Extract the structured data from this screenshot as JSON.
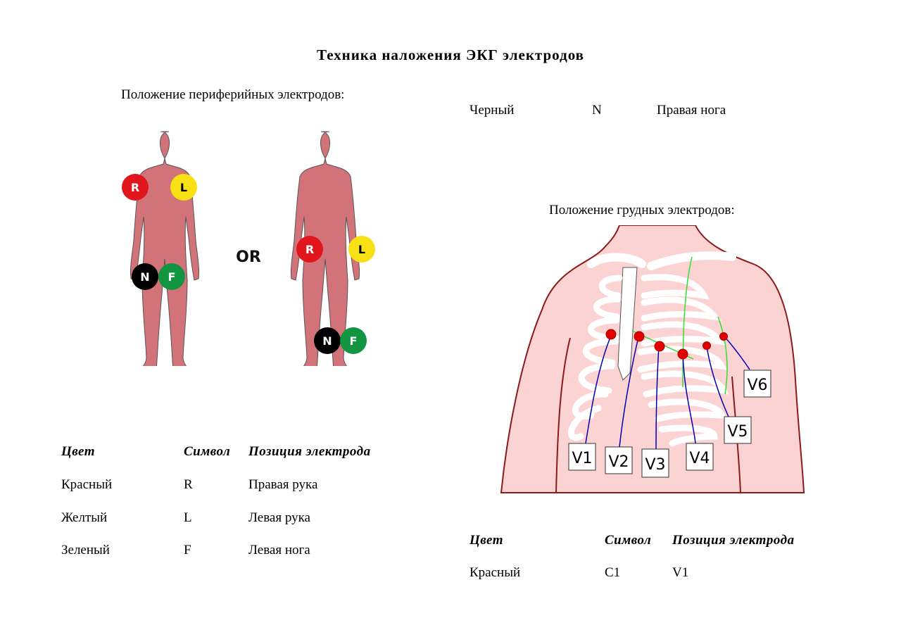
{
  "title": "Техника наложения ЭКГ электродов",
  "peripheral": {
    "heading": "Положение периферийных электродов:",
    "figure": {
      "or_label": "OR",
      "electrodes": [
        "R",
        "L",
        "N",
        "F"
      ],
      "colors": {
        "R": "#e0161c",
        "L": "#f7e014",
        "N": "#000000",
        "F": "#129540",
        "body": "#d2737a"
      }
    },
    "table": {
      "headers": [
        "Цвет",
        "Символ",
        "Позиция электрода"
      ],
      "rows": [
        [
          "Красный",
          "R",
          "Правая рука"
        ],
        [
          "Желтый",
          "L",
          "Левая рука"
        ],
        [
          "Зеленый",
          "F",
          "Левая нога"
        ]
      ]
    },
    "extra_row": [
      "Черный",
      "N",
      "Правая нога"
    ]
  },
  "chest": {
    "heading": "Положение грудных электродов:",
    "figure": {
      "labels": [
        "V1",
        "V2",
        "V3",
        "V4",
        "V5",
        "V6"
      ],
      "colors": {
        "skin": "#fcd3d3",
        "outline": "#8b1a1a",
        "electrode": "#e00000",
        "wire": "#0000b0",
        "guide": "#33dd33"
      }
    },
    "table": {
      "headers": [
        "Цвет",
        "Символ",
        "Позиция электрода"
      ],
      "rows": [
        [
          "Красный",
          "C1",
          "V1"
        ]
      ]
    }
  }
}
